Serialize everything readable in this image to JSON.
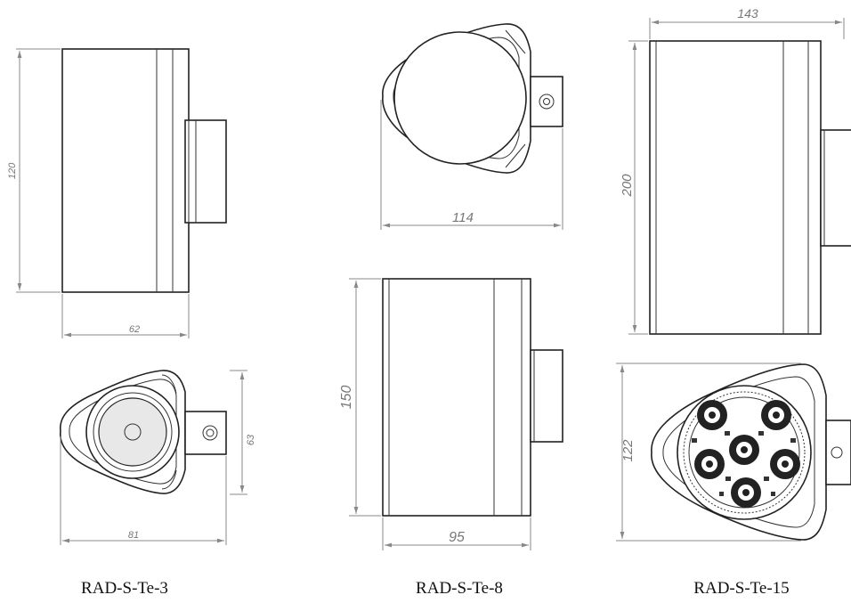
{
  "captions": {
    "te3": "RAD-S-Te-3",
    "te8": "RAD-S-Te-8",
    "te15": "RAD-S-Te-15"
  },
  "dimensions": {
    "te3_height": "120",
    "te3_width": "62",
    "te3_front_height": "63",
    "te3_front_width": "81",
    "te8_top_width": "114",
    "te8_height": "150",
    "te8_width": "95",
    "te15_width": "143",
    "te15_height": "200",
    "te15_front_height": "122"
  }
}
